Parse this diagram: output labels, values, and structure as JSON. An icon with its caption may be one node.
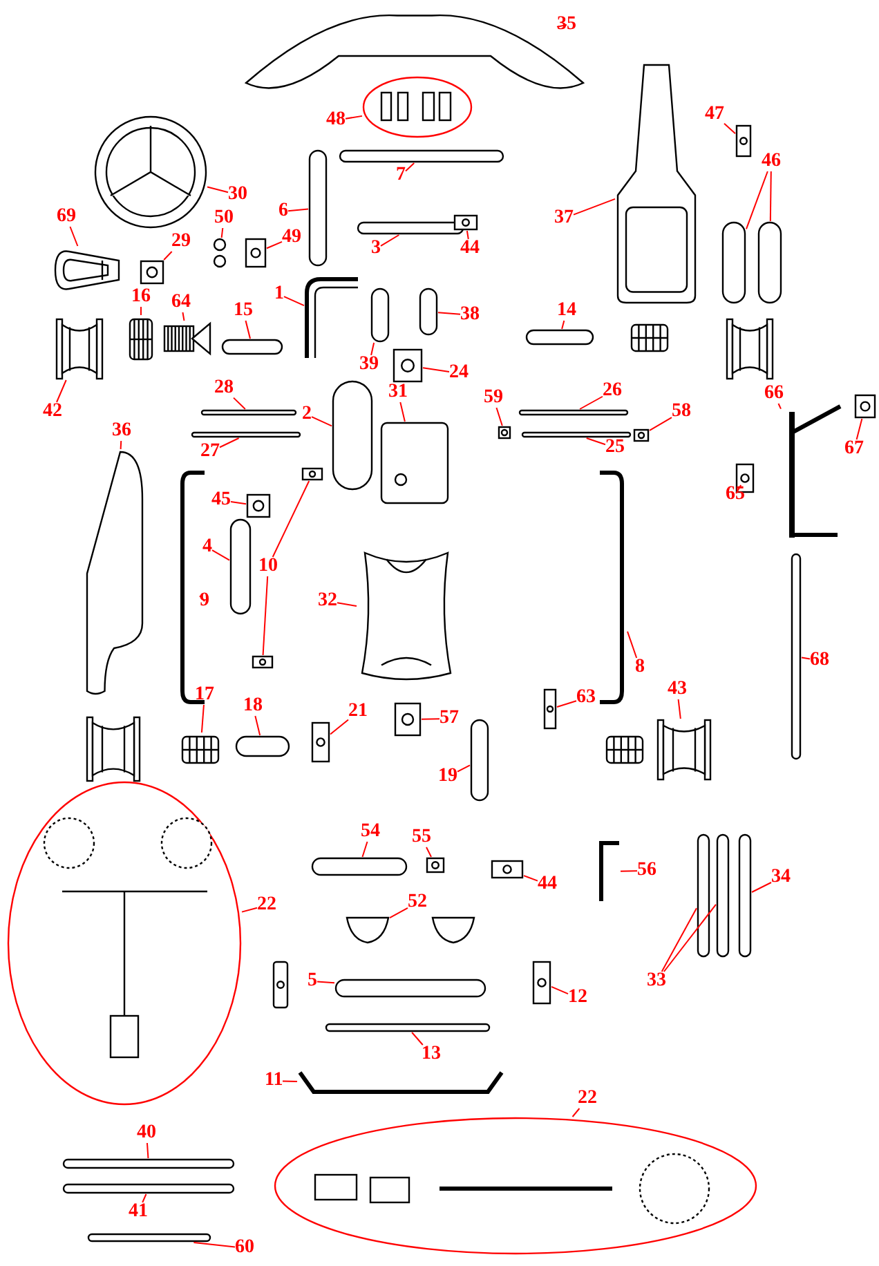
{
  "diagram": {
    "nodes": [
      {
        "text": [
          "35"
        ]
      },
      {
        "text": [],
        "shape": "picture"
      },
      {
        "text": [
          "48"
        ]
      },
      {
        "text": [],
        "shape": "picture"
      },
      {
        "text": [
          "47"
        ]
      },
      {
        "text": [],
        "shape": "box"
      },
      {
        "text": [
          "30"
        ]
      },
      {
        "text": [],
        "shape": "picture"
      },
      {
        "text": [
          "6"
        ]
      },
      {
        "text": [],
        "shape": "bar"
      },
      {
        "text": [
          "7"
        ]
      },
      {
        "text": [],
        "shape": "bar"
      },
      {
        "text": [
          "37"
        ]
      },
      {
        "text": [],
        "shape": "picture"
      },
      {
        "text": [
          "46"
        ]
      },
      {
        "text": [],
        "shape": "bar"
      },
      {
        "text": [],
        "shape": "bar"
      },
      {
        "text": [
          "69"
        ]
      },
      {
        "text": [],
        "shape": "picture"
      },
      {
        "text": [
          "50"
        ]
      },
      {
        "text": [],
        "shape": "picture"
      },
      {
        "text": [
          "29"
        ]
      },
      {
        "text": [],
        "shape": "box"
      },
      {
        "text": [
          "49"
        ]
      },
      {
        "text": [],
        "shape": "box"
      },
      {
        "text": [
          "3"
        ]
      },
      {
        "text": [],
        "shape": "bar"
      },
      {
        "text": [
          "44"
        ]
      },
      {
        "text": [],
        "shape": "box"
      },
      {
        "text": [
          "1"
        ]
      },
      {
        "text": [],
        "shape": "picture"
      },
      {
        "text": [
          "38"
        ]
      },
      {
        "text": [],
        "shape": "bar"
      },
      {
        "text": [
          "39"
        ]
      },
      {
        "text": [],
        "shape": "bar"
      },
      {
        "text": [
          "16"
        ]
      },
      {
        "text": [],
        "shape": "picture"
      },
      {
        "text": [
          "64"
        ]
      },
      {
        "text": [],
        "shape": "picture"
      },
      {
        "text": [
          "15"
        ]
      },
      {
        "text": [],
        "shape": "bar"
      },
      {
        "text": [
          "14"
        ]
      },
      {
        "text": [],
        "shape": "bar"
      },
      {
        "text": [
          "42"
        ]
      },
      {
        "text": [],
        "shape": "picture"
      },
      {
        "text": [
          "24"
        ]
      },
      {
        "text": [],
        "shape": "box"
      },
      {
        "text": [
          "2"
        ]
      },
      {
        "text": [],
        "shape": "bar"
      },
      {
        "text": [
          "31"
        ]
      },
      {
        "text": [],
        "shape": "picture"
      },
      {
        "text": [
          "28"
        ]
      },
      {
        "text": [],
        "shape": "bar"
      },
      {
        "text": [
          "27"
        ]
      },
      {
        "text": [],
        "shape": "bar"
      },
      {
        "text": [
          "26"
        ]
      },
      {
        "text": [],
        "shape": "bar"
      },
      {
        "text": [
          "59"
        ]
      },
      {
        "text": [],
        "shape": "box"
      },
      {
        "text": [
          "58"
        ]
      },
      {
        "text": [],
        "shape": "box"
      },
      {
        "text": [
          "25"
        ]
      },
      {
        "text": [],
        "shape": "bar"
      },
      {
        "text": [
          "36"
        ]
      },
      {
        "text": [],
        "shape": "picture"
      },
      {
        "text": [
          "66"
        ]
      },
      {
        "text": [],
        "shape": "picture"
      },
      {
        "text": [
          "67"
        ]
      },
      {
        "text": [],
        "shape": "box"
      },
      {
        "text": [
          "65"
        ]
      },
      {
        "text": [],
        "shape": "box"
      },
      {
        "text": [
          "45"
        ]
      },
      {
        "text": [],
        "shape": "box"
      },
      {
        "text": [
          "4"
        ]
      },
      {
        "text": [],
        "shape": "bar"
      },
      {
        "text": [
          "10"
        ]
      },
      {
        "text": [],
        "shape": "box"
      },
      {
        "text": [],
        "shape": "box"
      },
      {
        "text": [
          "9"
        ]
      },
      {
        "text": [],
        "shape": "picture"
      },
      {
        "text": [
          "32"
        ]
      },
      {
        "text": [],
        "shape": "picture"
      },
      {
        "text": [
          "8"
        ]
      },
      {
        "text": [],
        "shape": "picture"
      },
      {
        "text": [
          "68"
        ]
      },
      {
        "text": [],
        "shape": "bar"
      },
      {
        "text": [
          "17"
        ]
      },
      {
        "text": [],
        "shape": "picture"
      },
      {
        "text": [
          "18"
        ]
      },
      {
        "text": [],
        "shape": "bar"
      },
      {
        "text": [
          "21"
        ]
      },
      {
        "text": [],
        "shape": "box"
      },
      {
        "text": [
          "57"
        ]
      },
      {
        "text": [],
        "shape": "box"
      },
      {
        "text": [
          "63"
        ]
      },
      {
        "text": [],
        "shape": "box"
      },
      {
        "text": [
          "43"
        ]
      },
      {
        "text": [],
        "shape": "picture"
      },
      {
        "text": [
          "19"
        ]
      },
      {
        "text": [],
        "shape": "bar"
      },
      {
        "text": [
          "22"
        ]
      },
      {
        "text": [],
        "shape": "picture"
      },
      {
        "text": [
          "54"
        ]
      },
      {
        "text": [],
        "shape": "bar"
      },
      {
        "text": [
          "55"
        ]
      },
      {
        "text": [],
        "shape": "box"
      },
      {
        "text": [
          "44"
        ]
      },
      {
        "text": [],
        "shape": "box"
      },
      {
        "text": [
          "56"
        ]
      },
      {
        "text": [],
        "shape": "picture"
      },
      {
        "text": [
          "34"
        ]
      },
      {
        "text": [],
        "shape": "bar"
      },
      {
        "text": [
          "52"
        ]
      },
      {
        "text": [],
        "shape": "picture"
      },
      {
        "text": [
          "5"
        ]
      },
      {
        "text": [],
        "shape": "bar"
      },
      {
        "text": [
          "12"
        ]
      },
      {
        "text": [],
        "shape": "box"
      },
      {
        "text": [
          "33"
        ]
      },
      {
        "text": [],
        "shape": "bar"
      },
      {
        "text": [],
        "shape": "bar"
      },
      {
        "text": [
          "13"
        ]
      },
      {
        "text": [],
        "shape": "bar"
      },
      {
        "text": [
          "11"
        ]
      },
      {
        "text": [],
        "shape": "picture"
      },
      {
        "text": [
          "22"
        ]
      },
      {
        "text": [],
        "shape": "picture"
      },
      {
        "text": [
          "40"
        ]
      },
      {
        "text": [],
        "shape": "bar"
      },
      {
        "text": [
          "41"
        ]
      },
      {
        "text": [],
        "shape": "bar"
      },
      {
        "text": [
          "60"
        ]
      },
      {
        "text": [],
        "shape": "bar"
      }
    ],
    "edges": [
      {
        "from": 0,
        "to": 1,
        "arrow": "none"
      },
      {
        "from": 2,
        "to": 3,
        "arrow": "none"
      },
      {
        "from": 4,
        "to": 5,
        "arrow": "none"
      },
      {
        "from": 6,
        "to": 7,
        "arrow": "none"
      },
      {
        "from": 8,
        "to": 9,
        "arrow": "none"
      },
      {
        "from": 10,
        "to": 11,
        "arrow": "none"
      },
      {
        "from": 12,
        "to": 13,
        "arrow": "none"
      },
      {
        "from": 14,
        "to": 15,
        "arrow": "none"
      },
      {
        "from": 14,
        "to": 16,
        "arrow": "none"
      },
      {
        "from": 17,
        "to": 18,
        "arrow": "none"
      },
      {
        "from": 19,
        "to": 20,
        "arrow": "none"
      },
      {
        "from": 21,
        "to": 22,
        "arrow": "none"
      },
      {
        "from": 23,
        "to": 24,
        "arrow": "none"
      },
      {
        "from": 25,
        "to": 26,
        "arrow": "none"
      },
      {
        "from": 27,
        "to": 28,
        "arrow": "none"
      },
      {
        "from": 29,
        "to": 30,
        "arrow": "none"
      },
      {
        "from": 31,
        "to": 32,
        "arrow": "none"
      },
      {
        "from": 33,
        "to": 34,
        "arrow": "none"
      },
      {
        "from": 35,
        "to": 36,
        "arrow": "none"
      },
      {
        "from": 37,
        "to": 38,
        "arrow": "none"
      },
      {
        "from": 39,
        "to": 40,
        "arrow": "none"
      },
      {
        "from": 41,
        "to": 42,
        "arrow": "none"
      },
      {
        "from": 43,
        "to": 44,
        "arrow": "none"
      },
      {
        "from": 45,
        "to": 46,
        "arrow": "none"
      },
      {
        "from": 47,
        "to": 48,
        "arrow": "none"
      },
      {
        "from": 49,
        "to": 50,
        "arrow": "none"
      },
      {
        "from": 51,
        "to": 52,
        "arrow": "none"
      },
      {
        "from": 53,
        "to": 54,
        "arrow": "none"
      },
      {
        "from": 55,
        "to": 56,
        "arrow": "none"
      },
      {
        "from": 57,
        "to": 58,
        "arrow": "none"
      },
      {
        "from": 59,
        "to": 60,
        "arrow": "none"
      },
      {
        "from": 61,
        "to": 62,
        "arrow": "none"
      },
      {
        "from": 63,
        "to": 64,
        "arrow": "none"
      },
      {
        "from": 65,
        "to": 66,
        "arrow": "none"
      },
      {
        "from": 67,
        "to": 68,
        "arrow": "none"
      },
      {
        "from": 69,
        "to": 70,
        "arrow": "none"
      },
      {
        "from": 71,
        "to": 72,
        "arrow": "none"
      },
      {
        "from": 73,
        "to": 74,
        "arrow": "none"
      },
      {
        "from": 75,
        "to": 76,
        "arrow": "none"
      },
      {
        "from": 75,
        "to": 77,
        "arrow": "none"
      },
      {
        "from": 78,
        "to": 79,
        "arrow": "none"
      },
      {
        "from": 80,
        "to": 81,
        "arrow": "none"
      },
      {
        "from": 82,
        "to": 83,
        "arrow": "none"
      },
      {
        "from": 84,
        "to": 85,
        "arrow": "none"
      },
      {
        "from": 86,
        "to": 87,
        "arrow": "none"
      },
      {
        "from": 88,
        "to": 89,
        "arrow": "none"
      },
      {
        "from": 90,
        "to": 91,
        "arrow": "none"
      },
      {
        "from": 92,
        "to": 93,
        "arrow": "none"
      },
      {
        "from": 94,
        "to": 95,
        "arrow": "none"
      },
      {
        "from": 96,
        "to": 97,
        "arrow": "none"
      },
      {
        "from": 98,
        "to": 99,
        "arrow": "none"
      },
      {
        "from": 100,
        "to": 101,
        "arrow": "none"
      },
      {
        "from": 102,
        "to": 103,
        "arrow": "none"
      },
      {
        "from": 104,
        "to": 105,
        "arrow": "none"
      },
      {
        "from": 106,
        "to": 107,
        "arrow": "none"
      },
      {
        "from": 108,
        "to": 109,
        "arrow": "none"
      },
      {
        "from": 110,
        "to": 111,
        "arrow": "none"
      },
      {
        "from": 112,
        "to": 113,
        "arrow": "none"
      },
      {
        "from": 114,
        "to": 115,
        "arrow": "none"
      },
      {
        "from": 116,
        "to": 117,
        "arrow": "none"
      },
      {
        "from": 118,
        "to": 119,
        "arrow": "none"
      },
      {
        "from": 118,
        "to": 120,
        "arrow": "none"
      },
      {
        "from": 121,
        "to": 122,
        "arrow": "none"
      },
      {
        "from": 123,
        "to": 124,
        "arrow": "none"
      },
      {
        "from": 125,
        "to": 126,
        "arrow": "none"
      },
      {
        "from": 127,
        "to": 128,
        "arrow": "none"
      },
      {
        "from": 129,
        "to": 130,
        "arrow": "none"
      },
      {
        "from": 131,
        "to": 132,
        "arrow": "none"
      }
    ]
  }
}
